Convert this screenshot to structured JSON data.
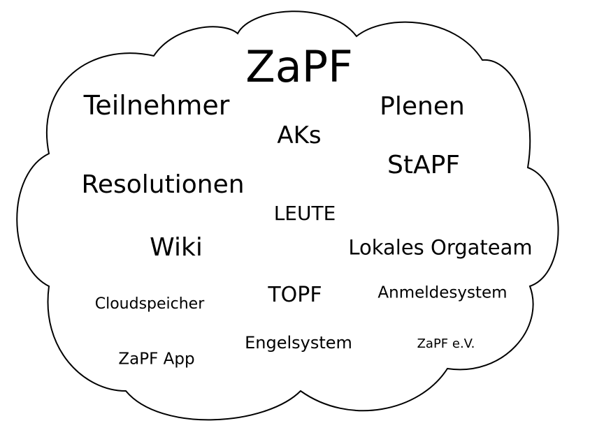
{
  "diagram": {
    "title": "ZaPF",
    "words": [
      "Teilnehmer",
      "Plenen",
      "AKs",
      "StAPF",
      "Resolutionen",
      "LEUTE",
      "Wiki",
      "Lokales Orgateam",
      "TOPF",
      "Anmeldesystem",
      "Cloudspeicher",
      "Engelsystem",
      "ZaPF e.V.",
      "ZaPF App"
    ]
  },
  "colors": {
    "outline": "#000000",
    "fill": "#ffffff",
    "text": "#000000"
  }
}
